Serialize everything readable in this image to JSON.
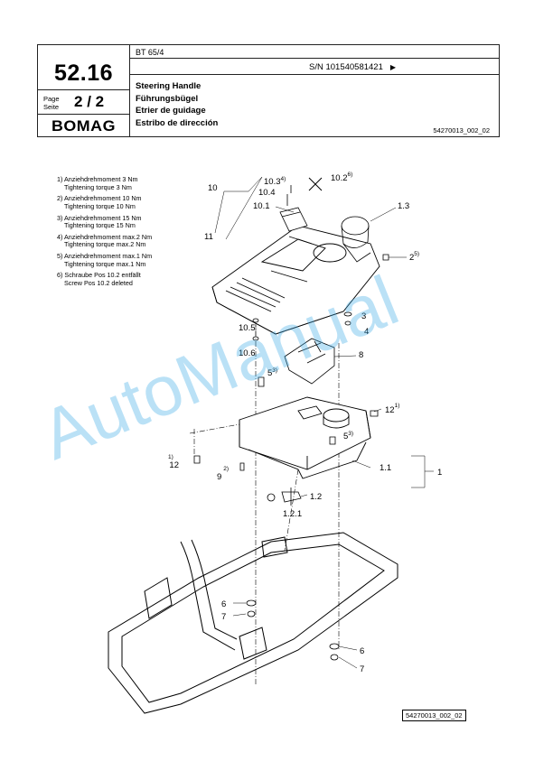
{
  "header": {
    "doc_number": "52.16",
    "page_label_de": "Page",
    "page_label_en": "Seite",
    "page": "2",
    "page_sep": "/",
    "page_total": "2",
    "brand": "BOMAG",
    "model": "BT 65/4",
    "serial": "S/N 101540581421",
    "arrow": "▶",
    "title_en": "Steering Handle",
    "title_de": "Führungsbügel",
    "title_fr": "Etrier de guidage",
    "title_es": "Estribo de dirección",
    "doc_ref": "54270013_002_02"
  },
  "notes": [
    {
      "num": "1)",
      "line1": "Anziehdrehmoment 3 Nm",
      "line2": "Tightening torque 3 Nm"
    },
    {
      "num": "2)",
      "line1": "Anziehdrehmoment 10 Nm",
      "line2": "Tightening torque 10 Nm"
    },
    {
      "num": "3)",
      "line1": "Anziehdrehmoment 15 Nm",
      "line2": "Tightening torque 15 Nm"
    },
    {
      "num": "4)",
      "line1": "Anziehdrehmoment max.2 Nm",
      "line2": "Tightening torque max.2 Nm"
    },
    {
      "num": "5)",
      "line1": "Anziehdrehmoment max.1 Nm",
      "line2": "Tightening torque max.1 Nm"
    },
    {
      "num": "6)",
      "line1": "Schraube Pos 10.2 entfällt",
      "line2": "Screw Pos 10.2 deleted"
    }
  ],
  "callouts": {
    "c10": "10",
    "c11": "11",
    "c10_3": "10.3",
    "c10_3_sup": "4)",
    "c10_4": "10.4",
    "c10_1": "10.1",
    "c10_2": "10.2",
    "c10_2_sup": "6)",
    "c1_3": "1.3",
    "c2": "2",
    "c2_sup": "5)",
    "c3": "3",
    "c4": "4",
    "c10_5": "10.5",
    "c10_6": "10.6",
    "c8": "8",
    "c5a": "5",
    "c5a_sup": "3)",
    "c12a": "12",
    "c12a_sup": "1)",
    "c5b": "5",
    "c5b_sup": "3)",
    "c12b": "12",
    "c12b_sup": "1)",
    "c9": "9",
    "c9_sup": "2)",
    "c1_1": "1.1",
    "c1": "1",
    "c1_2": "1.2",
    "c1_2_1": "1.2.1",
    "c6a": "6",
    "c7a": "7",
    "c6b": "6",
    "c7b": "7"
  },
  "footer_ref": "54270013_002_02",
  "watermark": "AutoManual",
  "colors": {
    "watermark": "#3aa9e6",
    "line": "#000000"
  }
}
